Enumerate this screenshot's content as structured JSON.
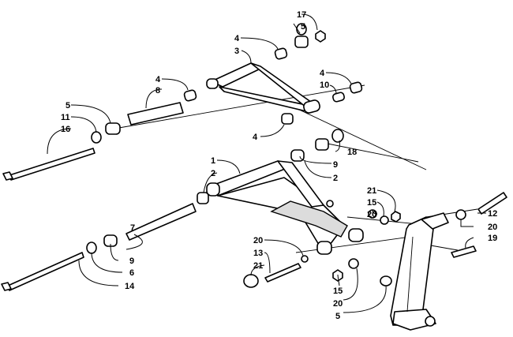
{
  "callouts": [
    {
      "id": "c17",
      "text": "17"
    },
    {
      "id": "c5a",
      "text": "5"
    },
    {
      "id": "c4a",
      "text": "4"
    },
    {
      "id": "c3",
      "text": "3"
    },
    {
      "id": "c4b",
      "text": "4"
    },
    {
      "id": "c8",
      "text": "8"
    },
    {
      "id": "c4c",
      "text": "4"
    },
    {
      "id": "c10",
      "text": "10"
    },
    {
      "id": "c5b",
      "text": "5"
    },
    {
      "id": "c11",
      "text": "11"
    },
    {
      "id": "c16",
      "text": "16"
    },
    {
      "id": "c4d",
      "text": "4"
    },
    {
      "id": "c18",
      "text": "18"
    },
    {
      "id": "c9a",
      "text": "9"
    },
    {
      "id": "c1",
      "text": "1"
    },
    {
      "id": "c2a",
      "text": "2"
    },
    {
      "id": "c2b",
      "text": "2"
    },
    {
      "id": "c21a",
      "text": "21"
    },
    {
      "id": "c15a",
      "text": "15"
    },
    {
      "id": "c20a",
      "text": "20"
    },
    {
      "id": "c12",
      "text": "12"
    },
    {
      "id": "c20b",
      "text": "20"
    },
    {
      "id": "c7",
      "text": "7"
    },
    {
      "id": "c19",
      "text": "19"
    },
    {
      "id": "c9b",
      "text": "9"
    },
    {
      "id": "c6",
      "text": "6"
    },
    {
      "id": "c20c",
      "text": "20"
    },
    {
      "id": "c13",
      "text": "13"
    },
    {
      "id": "c21b",
      "text": "21"
    },
    {
      "id": "c14",
      "text": "14"
    },
    {
      "id": "c15b",
      "text": "15"
    },
    {
      "id": "c20d",
      "text": "20"
    },
    {
      "id": "c5c",
      "text": "5"
    }
  ]
}
